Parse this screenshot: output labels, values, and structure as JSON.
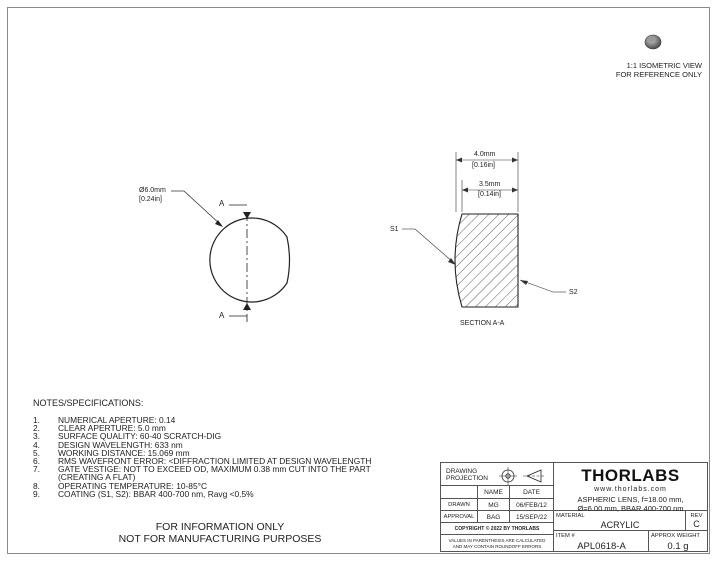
{
  "iso_view": {
    "line1": "1:1 ISOMETRIC VIEW",
    "line2": "FOR REFERENCE ONLY"
  },
  "front_view": {
    "diameter_mm": "Ø6.0mm",
    "diameter_in": "[0.24in]",
    "section_label_top": "A",
    "section_label_bottom": "A"
  },
  "section_view": {
    "overall_mm": "4.0mm",
    "overall_in": "[0.16in]",
    "edge_mm": "3.5mm",
    "edge_in": "[0.14in]",
    "surface1": "S1",
    "surface2": "S2",
    "caption": "SECTION A-A"
  },
  "notes": {
    "title": "NOTES/SPECIFICATIONS:",
    "items": [
      {
        "num": "1.",
        "text": "NUMERICAL APERTURE: 0.14"
      },
      {
        "num": "2.",
        "text": "CLEAR APERTURE: 5.0 mm"
      },
      {
        "num": "3.",
        "text": "SURFACE QUALITY: 60-40 SCRATCH-DIG"
      },
      {
        "num": "4.",
        "text": "DESIGN WAVELENGTH: 633 nm"
      },
      {
        "num": "5.",
        "text": "WORKING DISTANCE: 15.069 mm"
      },
      {
        "num": "6.",
        "text": "RMS WAVEFRONT ERROR: <DIFFRACTION LIMITED AT DESIGN WAVELENGTH"
      },
      {
        "num": "7.",
        "text": "GATE VESTIGE: NOT TO EXCEED OD, MAXIMUM 0.38 mm CUT INTO THE PART"
      },
      {
        "num": "",
        "text": "(CREATING A FLAT)"
      },
      {
        "num": "8.",
        "text": "OPERATING TEMPERATURE: 10-85°C"
      },
      {
        "num": "9.",
        "text": "COATING (S1, S2): BBAR 400-700 nm, Ravg <0.5%"
      }
    ]
  },
  "disclaimer": {
    "line1": "FOR INFORMATION ONLY",
    "line2": "NOT FOR MANUFACTURING PURPOSES"
  },
  "title_block": {
    "drawing_projection": "DRAWING\nPROJECTION",
    "name_header": "NAME",
    "date_header": "DATE",
    "drawn_label": "DRAWN",
    "drawn_name": "MG",
    "drawn_date": "06/FEB/12",
    "approval_label": "APPROVAL",
    "approval_name": "BAG",
    "approval_date": "15/SEP/22",
    "copyright": "COPYRIGHT © 2022 BY THORLABS",
    "values_note": "VALUES IN PARENTHESIS ARE CALCULATED\nAND MAY CONTAIN ROUNDOFF ERRORS",
    "logo": "THORLABS",
    "website": "www.thorlabs.com",
    "description_line1": "ASPHERIC LENS, f=18.00 mm,",
    "description_line2": "Ø=6.00 mm, BBAR 400-700 nm",
    "material_label": "MATERIAL",
    "material": "ACRYLIC",
    "rev_label": "REV",
    "rev": "C",
    "item_label": "ITEM #",
    "item": "APL0618-A",
    "weight_label": "APPROX WEIGHT",
    "weight": "0.1 g"
  }
}
